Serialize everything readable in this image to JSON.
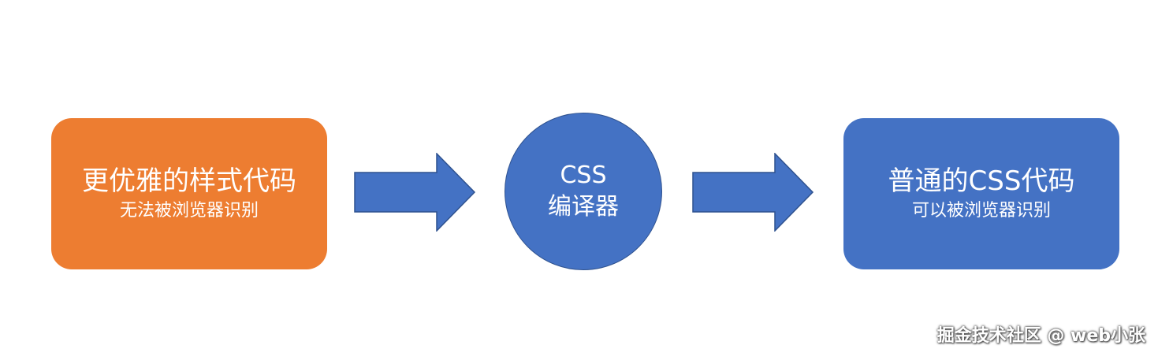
{
  "source_box": {
    "title": "更优雅的样式代码",
    "subtitle": "无法被浏览器识别"
  },
  "compiler": {
    "line1": "CSS",
    "line2": "编译器"
  },
  "target_box": {
    "title": "普通的CSS代码",
    "subtitle": "可以被浏览器识别"
  },
  "watermark": "掘金技术社区 @ web小张",
  "colors": {
    "orange": "#ED7D31",
    "blue": "#4472C4",
    "blue_border": "#2F528F"
  }
}
